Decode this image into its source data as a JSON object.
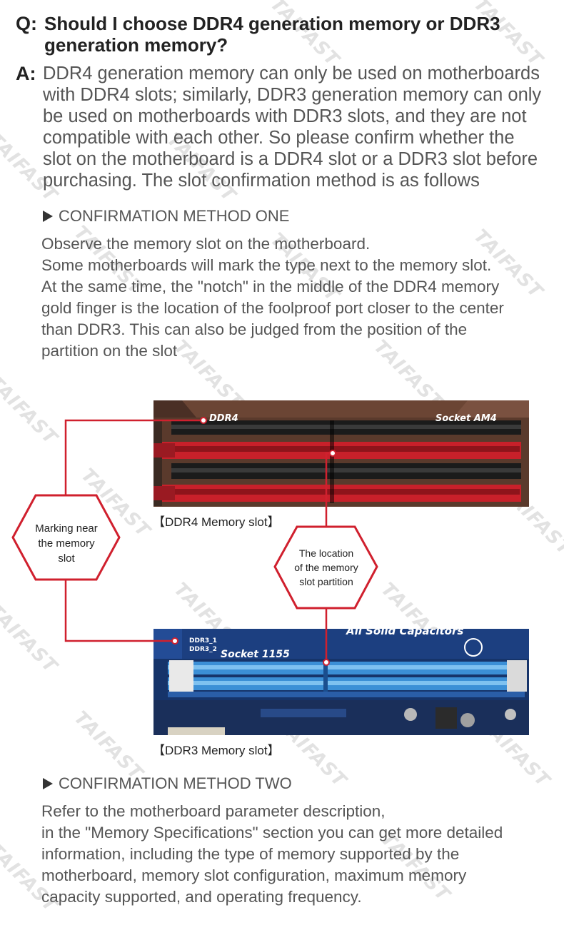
{
  "question": {
    "label": "Q:",
    "lines": [
      "Should I choose DDR4 generation memory or DDR3",
      "generation memory?"
    ]
  },
  "answer": {
    "label": "A:",
    "lines": [
      "DDR4 generation memory can only be used on motherboards",
      "with DDR4 slots; similarly, DDR3 generation memory can only",
      "be used on motherboards with DDR3 slots, and they are not",
      "compatible with each other. So please confirm whether the",
      "slot on the motherboard is a DDR4 slot or a DDR3 slot before",
      "purchasing. The slot confirmation method is as follows"
    ]
  },
  "method_one": {
    "heading": "CONFIRMATION METHOD ONE",
    "lines": [
      "Observe the memory slot on the motherboard.",
      "Some motherboards will mark the type next to the memory slot.",
      "At the same time, the \"notch\" in the middle of the DDR4 memory",
      "gold finger is the location of the foolproof port closer to the center",
      "than DDR3. This can also be judged from the position of the",
      "partition on the slot"
    ]
  },
  "diagram": {
    "ddr4_board_label": "DDR4",
    "ddr4_socket_label": "Socket AM4",
    "ddr4_caption": "【DDR4 Memory slot】",
    "ddr3_board_labels": [
      "DDR3_1",
      "DDR3_2"
    ],
    "ddr3_socket_label": "Socket 1155",
    "ddr3_capacitors_label": "All Solid Capacitors",
    "ddr3_caption": "【DDR3 Memory slot】",
    "hex_left_lines": [
      "Marking near",
      "the memory",
      "slot"
    ],
    "hex_right_lines": [
      "The location",
      "of the memory",
      "slot partition"
    ],
    "accent_color": "#d0202e"
  },
  "method_two": {
    "heading": "CONFIRMATION METHOD TWO",
    "lines": [
      "Refer to the motherboard parameter description,",
      "in the \"Memory Specifications\" section you can get more detailed",
      "information, including the type of memory supported by the",
      "motherboard, memory slot configuration, maximum memory",
      "capacity supported, and operating frequency."
    ]
  },
  "watermark": "TAIFAST"
}
